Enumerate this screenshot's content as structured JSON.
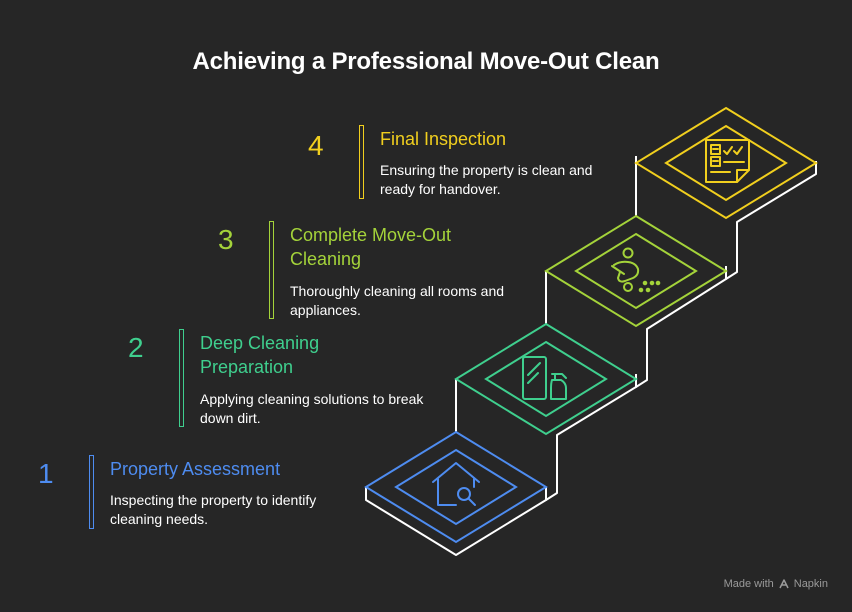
{
  "title": "Achieving a Professional Move-Out Clean",
  "steps": [
    {
      "number": "1",
      "title": "Property Assessment",
      "description": "Inspecting the property to identify cleaning needs.",
      "color": "#4e8cf0",
      "icon": "house-search-icon"
    },
    {
      "number": "2",
      "title": "Deep Cleaning Preparation",
      "description": "Applying cleaning solutions to break down dirt.",
      "color": "#3fcf8e",
      "icon": "spray-bottle-icon"
    },
    {
      "number": "3",
      "title": "Complete Move-Out Cleaning",
      "description": "Thoroughly cleaning all rooms and appliances.",
      "color": "#a4d33a",
      "icon": "cleaning-person-icon"
    },
    {
      "number": "4",
      "title": "Final Inspection",
      "description": "Ensuring the property is clean and ready for handover.",
      "color": "#f1cf1e",
      "icon": "checklist-document-icon"
    }
  ],
  "footer": {
    "prefix": "Made with",
    "brand": "Napkin"
  }
}
